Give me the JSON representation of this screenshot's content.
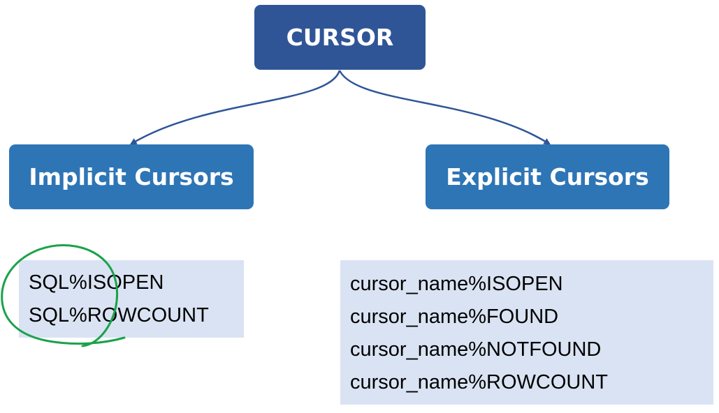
{
  "diagram": {
    "root": {
      "label": "CURSOR"
    },
    "children": [
      {
        "label": "Implicit Cursors",
        "attributes": [
          "SQL%ISOPEN",
          "SQL%ROWCOUNT"
        ]
      },
      {
        "label": "Explicit Cursors",
        "attributes": [
          "cursor_name%ISOPEN",
          "cursor_name%FOUND",
          "cursor_name%NOTFOUND",
          "cursor_name%ROWCOUNT"
        ]
      }
    ]
  },
  "colors": {
    "root_fill": "#2f5597",
    "child_fill": "#2e75b6",
    "attribute_box_fill": "#dae3f3",
    "connector": "#2f5597",
    "annotation_ink": "#1aa24a"
  }
}
